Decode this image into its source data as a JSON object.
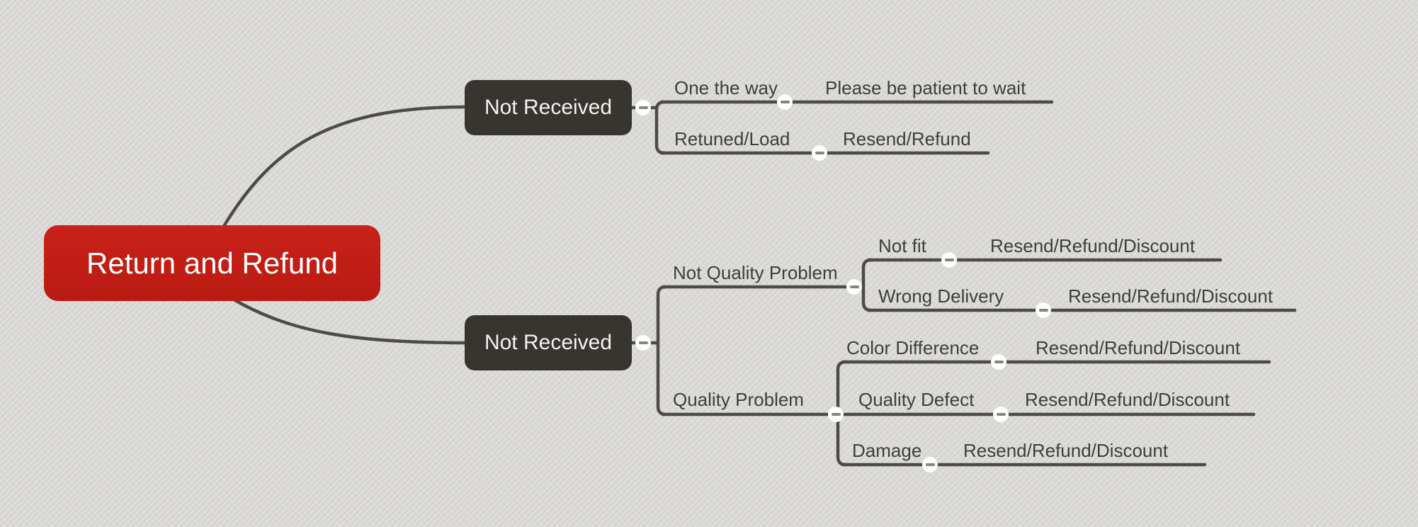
{
  "app": {
    "view": "mind-map-canvas",
    "background_color": "#d8d7d5",
    "line_color": "#4c4b46",
    "label_text_color": "#3e3e3a",
    "collapse_button_color": "#fdfdfc",
    "collapse_dash_color": "#85847f"
  },
  "root": {
    "label": "Return and Refund",
    "fill_color": "#c01d14",
    "text_color": "#ffffff"
  },
  "branches": [
    {
      "label": "Not Received",
      "fill_color": "#373530",
      "text_color": "#f4f3f0",
      "children": [
        {
          "label": "One the way",
          "children": [
            {
              "label": "Please be patient to wait"
            }
          ]
        },
        {
          "label": "Retuned/Load",
          "children": [
            {
              "label": "Resend/Refund"
            }
          ]
        }
      ]
    },
    {
      "label": "Not Received",
      "fill_color": "#373530",
      "text_color": "#f4f3f0",
      "children": [
        {
          "label": "Not Quality Problem",
          "children": [
            {
              "label": "Not fit",
              "children": [
                {
                  "label": "Resend/Refund/Discount"
                }
              ]
            },
            {
              "label": "Wrong Delivery",
              "children": [
                {
                  "label": "Resend/Refund/Discount"
                }
              ]
            }
          ]
        },
        {
          "label": "Quality Problem",
          "children": [
            {
              "label": "Color Difference",
              "children": [
                {
                  "label": "Resend/Refund/Discount"
                }
              ]
            },
            {
              "label": "Quality Defect",
              "children": [
                {
                  "label": "Resend/Refund/Discount"
                }
              ]
            },
            {
              "label": "Damage",
              "children": [
                {
                  "label": "Resend/Refund/Discount"
                }
              ]
            }
          ]
        }
      ]
    }
  ]
}
